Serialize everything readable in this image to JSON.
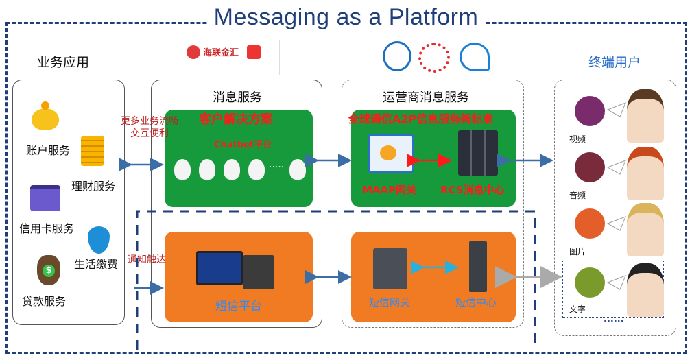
{
  "title": "Messaging as a Platform",
  "left_panel": {
    "heading": "业务应用",
    "items": [
      "账户服务",
      "理财服务",
      "信用卡服务",
      "生活缴费",
      "贷款服务"
    ]
  },
  "logos": {
    "partner_text": "海联金汇"
  },
  "message_service": {
    "heading": "消息服务",
    "solution_label": "客户解决方案",
    "chatbot_label": "Chatbot平台",
    "dots": "·····",
    "sms_platform": "短信平台"
  },
  "carrier_service": {
    "heading": "运营商消息服务",
    "standard_label": "全球通信A2P信息服务新标准",
    "maap_gateway": "MAAP网关",
    "rcs_center": "RCS消息中心",
    "sms_gateway": "短信网关",
    "sms_center": "短信中心"
  },
  "connectors": {
    "more_business": "更多业务流畅\n交互便利",
    "notify": "通知触达"
  },
  "end_users": {
    "heading": "终端用户",
    "items": [
      "视频",
      "音频",
      "图片",
      "文字"
    ],
    "more": "······"
  },
  "colors": {
    "frame": "#1f3e7a",
    "green": "#179a3b",
    "orange": "#f07b22",
    "red": "#ff1a1a",
    "arrow": "#3a6ea5"
  }
}
